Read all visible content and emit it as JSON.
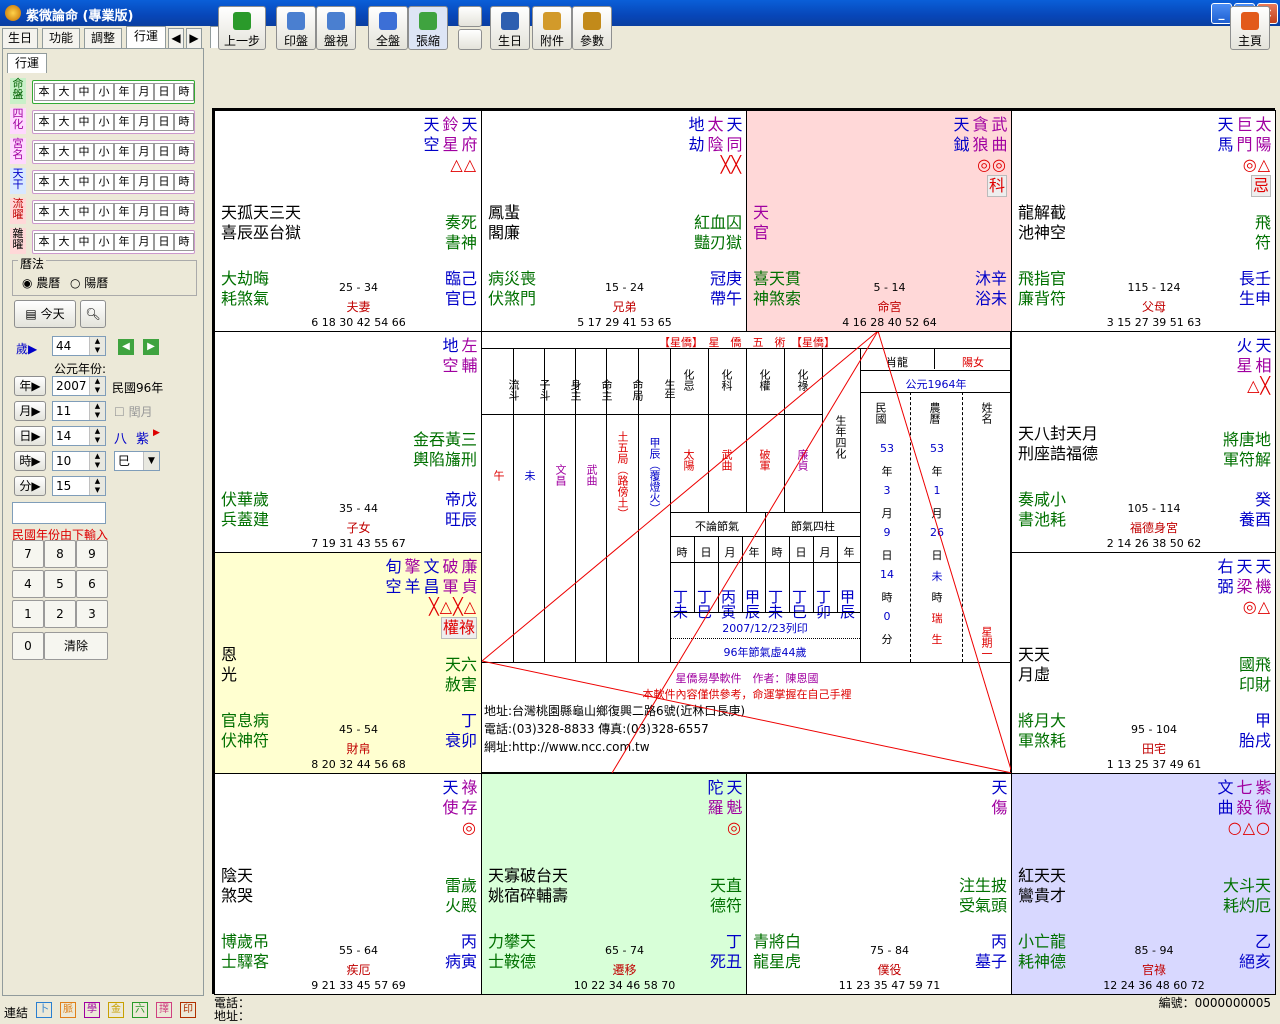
{
  "window": {
    "title": "紫微論命 (專業版)"
  },
  "menu": {
    "tabs": [
      "生日",
      "功能",
      "調整",
      "行運"
    ],
    "active_tab": "行運",
    "right_tab": "命盤"
  },
  "left": {
    "subtab": "行運",
    "rows": [
      {
        "label": "命盤",
        "opts": [
          "本",
          "大",
          "中",
          "小",
          "年",
          "月",
          "日",
          "時"
        ]
      },
      {
        "label": "四化",
        "opts": [
          "本",
          "大",
          "中",
          "小",
          "年",
          "月",
          "日",
          "時"
        ]
      },
      {
        "label": "宮名",
        "opts": [
          "本",
          "大",
          "中",
          "小",
          "年",
          "月",
          "日",
          "時"
        ]
      },
      {
        "label": "天干",
        "opts": [
          "本",
          "大",
          "中",
          "小",
          "年",
          "月",
          "日",
          "時"
        ]
      },
      {
        "label": "流曜",
        "opts": [
          "本",
          "大",
          "中",
          "小",
          "年",
          "月",
          "日",
          "時"
        ]
      },
      {
        "label": "雜曜",
        "opts": [
          "本",
          "大",
          "中",
          "小",
          "年",
          "月",
          "日",
          "時"
        ]
      }
    ],
    "calendar_label": "曆法",
    "lunar": "農曆",
    "solar": "陽曆",
    "today": "今天",
    "age_label": "歲▶",
    "age_value": "44",
    "ad_label": "公元年份:",
    "year_label": "年▶",
    "year_value": "2007",
    "roc_year": "民國96年",
    "month_label": "月▶",
    "month_value": "11",
    "leap": "閏月",
    "day_label": "日▶",
    "day_value": "14",
    "ba": "八",
    "zi": "紫",
    "hour_label": "時▶",
    "hour_value": "10",
    "hour_branch": "巳",
    "min_label": "分▶",
    "min_value": "15",
    "hint": "民國年份由下輸入",
    "keys": [
      "7",
      "8",
      "9",
      "4",
      "5",
      "6",
      "1",
      "2",
      "3",
      "0",
      "清除"
    ]
  },
  "toolbar": [
    "上一步",
    "印盤",
    "盤視",
    "全盤",
    "張縮",
    "生日",
    "附件",
    "參數",
    "主頁"
  ],
  "palaces": [
    {
      "id": "si",
      "a": [
        "天",
        "鈴",
        "天"
      ],
      "b": [
        "空",
        "星",
        "府"
      ],
      "marks": "△△",
      "mid1": "天孤天三天",
      "mid2": "喜辰巫台獄",
      "g1": "奏死",
      "g2": "書神",
      "bl1": "大劫晦",
      "bl2": "耗煞氣",
      "br1": "臨己",
      "br2": "官巳",
      "age": "25 - 34",
      "name": "夫妻",
      "nums": "6 18 30 42 54 66"
    },
    {
      "id": "wu",
      "a": [
        "地",
        "太",
        "天"
      ],
      "b": [
        "劫",
        "陰",
        "同"
      ],
      "marks": "╳╳",
      "mid1": "鳳蜚",
      "mid2": "閣廉",
      "g1": "紅血囚",
      "g2": "豔刃獄",
      "bl1": "病災喪",
      "bl2": "伏煞門",
      "br1": "冠庚",
      "br2": "帶午",
      "age": "15 - 24",
      "name": "兄弟",
      "nums": "5 17 29 41 53 65"
    },
    {
      "id": "wei",
      "a": [
        "天",
        "貪",
        "武"
      ],
      "b": [
        "鉞",
        "狼",
        "曲"
      ],
      "marks": "◎◎",
      "hua": "科",
      "mid1": "天",
      "mid2": "官",
      "g1": "",
      "g2": "",
      "bl1": "喜天貫",
      "bl2": "神煞索",
      "br1": "沐辛",
      "br2": "浴未",
      "age": "5 - 14",
      "name": "命宮",
      "nums": "4 16 28 40 52 64"
    },
    {
      "id": "shen",
      "a": [
        "天",
        "巨",
        "太"
      ],
      "b": [
        "馬",
        "門",
        "陽"
      ],
      "marks": "◎△",
      "hua": "忌",
      "mid1": "龍解截",
      "mid2": "池神空",
      "g1": "飛",
      "g2": "符",
      "bl1": "飛指官",
      "bl2": "廉背符",
      "br1": "長壬",
      "br2": "生申",
      "age": "115 - 124",
      "name": "父母",
      "nums": "3 15 27 39 51 63"
    },
    {
      "id": "chen",
      "a": [
        "地",
        "左"
      ],
      "b": [
        "空",
        "輔"
      ],
      "marks": "",
      "mid1": "",
      "mid2": "",
      "g1": "金吞黃三",
      "g2": "輿陷旛刑",
      "bl1": "伏華歲",
      "bl2": "兵蓋建",
      "br1": "帝戊",
      "br2": "旺辰",
      "age": "35 - 44",
      "name": "子女",
      "nums": "7 19 31 43 55 67"
    },
    {
      "id": "you",
      "a": [
        "火",
        "天"
      ],
      "b": [
        "星",
        "相"
      ],
      "marks": "△╳",
      "mid1": "天八封天月",
      "mid2": "刑座誥福德",
      "g1": "將唐地",
      "g2": "軍符解",
      "bl1": "奏咸小",
      "bl2": "書池耗",
      "br1": "癸",
      "br2": "養酉",
      "age": "105 - 114",
      "name": "福德身宮",
      "nums": "2 14 26 38 50 62"
    },
    {
      "id": "mao",
      "a": [
        "旬",
        "擎",
        "文",
        "破",
        "廉"
      ],
      "b": [
        "空",
        "羊",
        "昌",
        "軍",
        "貞"
      ],
      "marks": "╳△╳△",
      "hua": "權祿",
      "mid1": "恩",
      "mid2": "光",
      "g1": "天六",
      "g2": "赦害",
      "bl1": "官息病",
      "bl2": "伏神符",
      "br1": "丁",
      "br2": "衰卯",
      "age": "45 - 54",
      "name": "財帛",
      "nums": "8 20 32 44 56 68"
    },
    {
      "id": "xu",
      "a": [
        "右",
        "天",
        "天"
      ],
      "b": [
        "弼",
        "梁",
        "機"
      ],
      "marks": "◎△",
      "mid1": "天天",
      "mid2": "月虛",
      "g1": "國飛",
      "g2": "印財",
      "bl1": "將月大",
      "bl2": "軍煞耗",
      "br1": "甲",
      "br2": "胎戌",
      "age": "95 - 104",
      "name": "田宅",
      "nums": "1 13 25 37 49 61"
    },
    {
      "id": "yin",
      "a": [
        "天",
        "祿"
      ],
      "b": [
        "使",
        "存"
      ],
      "marks": "◎",
      "mid1": "陰天",
      "mid2": "煞哭",
      "g1": "雷歲",
      "g2": "火殿",
      "bl1": "博歲吊",
      "bl2": "士驛客",
      "br1": "丙",
      "br2": "病寅",
      "age": "55 - 64",
      "name": "疾厄",
      "nums": "9 21 33 45 57 69"
    },
    {
      "id": "chou",
      "a": [
        "陀",
        "天"
      ],
      "b": [
        "羅",
        "魁"
      ],
      "marks": "◎",
      "mid1": "天寡破台天",
      "mid2": "姚宿碎輔壽",
      "g1": "天直",
      "g2": "德符",
      "bl1": "力攀天",
      "bl2": "士鞍德",
      "br1": "丁",
      "br2": "死丑",
      "age": "65 - 74",
      "name": "遷移",
      "nums": "10 22 34 46 58 70"
    },
    {
      "id": "zi",
      "a": [
        "天"
      ],
      "b": [
        "傷"
      ],
      "marks": "",
      "mid1": "",
      "mid2": "",
      "g1": "注生披",
      "g2": "受氣頭",
      "bl1": "青將白",
      "bl2": "龍星虎",
      "br1": "丙",
      "br2": "墓子",
      "age": "75 - 84",
      "name": "僕役",
      "nums": "11 23 35 47 59 71"
    },
    {
      "id": "hai",
      "a": [
        "文",
        "七",
        "紫"
      ],
      "b": [
        "曲",
        "殺",
        "微"
      ],
      "marks": "○△○",
      "mid1": "紅天天",
      "mid2": "鸞貴才",
      "g1": "大斗天",
      "g2": "耗灼厄",
      "bl1": "小亡龍",
      "bl2": "耗神德",
      "br1": "乙",
      "br2": "絕亥",
      "age": "85 - 94",
      "name": "官祿",
      "nums": "12 24 36 48 60 72"
    }
  ],
  "center": {
    "header": "【星僑】　星　僑　五　術　【星僑】",
    "cols": [
      "流斗",
      "子斗",
      "身主",
      "命主",
      "命局",
      "生年"
    ],
    "vals": [
      "午",
      "未",
      "文昌",
      "武曲",
      "土五局（路傍土）",
      "甲辰（覆燈火）"
    ],
    "hua_head": [
      "化忌",
      "化科",
      "化權",
      "化祿"
    ],
    "hua_vals": [
      "太陽",
      "武曲",
      "破軍",
      "廉貞"
    ],
    "sihua": "生年四化",
    "shengxiao": "肖龍",
    "gender": "陽女",
    "ad": "公元1964年",
    "minguo": "民國",
    "nongli": "農曆",
    "xingming": "姓名",
    "mg_vals": [
      "53",
      "年",
      "3",
      "月",
      "9",
      "日",
      "14",
      "時",
      "0",
      "分"
    ],
    "nl_vals": [
      "53",
      "年",
      "1",
      "月",
      "26",
      "日",
      "未",
      "時",
      "瑞",
      "生"
    ],
    "week": "星期一",
    "jieqi1": "不論節氣",
    "jieqi2": "節氣四柱",
    "pillar_head": [
      "時",
      "日",
      "月",
      "年",
      "時",
      "日",
      "月",
      "年"
    ],
    "pillars": [
      "丁未",
      "丁巳",
      "丙寅",
      "甲辰",
      "丁未",
      "丁巳",
      "丁卯",
      "甲辰"
    ],
    "print_date": "2007/12/23列印",
    "virtual_age": "96年節氣虛44歲",
    "soft": "星僑易學軟件　作者：陳恩國",
    "copy": "本軟件內容僅供參考，命運掌握在自己手裡",
    "addr": "地址:台灣桃園縣龜山鄉復興二路6號(近林口長庚)",
    "tel": "電話:(03)328-8833 傳真:(03)328-6557",
    "web": "網址:http://www.ncc.com.tw"
  },
  "bottom": {
    "tel": "電話：",
    "addr": "地址：",
    "code": "編號：0000000005"
  },
  "connect": {
    "label": "連結",
    "icons": [
      "卜",
      "脈",
      "學",
      "金",
      "六",
      "擇",
      "印"
    ]
  }
}
